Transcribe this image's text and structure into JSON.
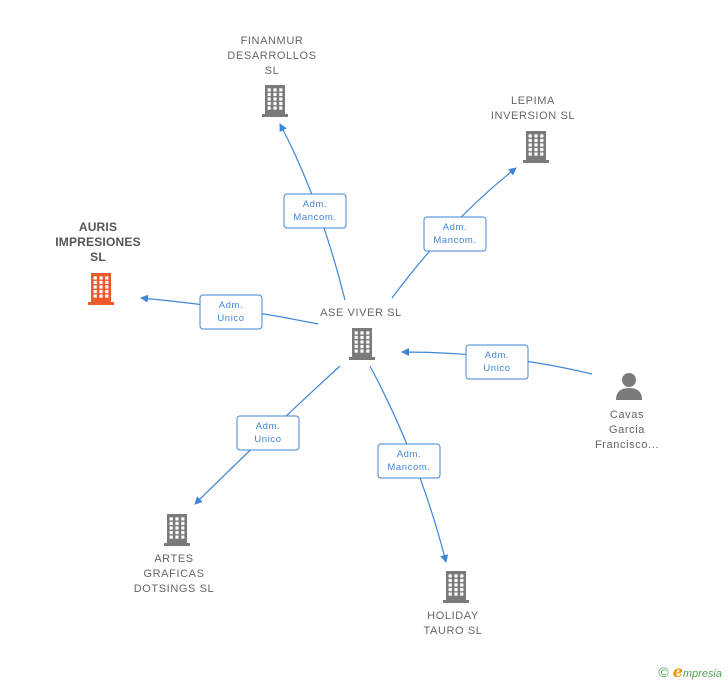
{
  "colors": {
    "edge": "#3f86d6",
    "building": "#7a7a7a",
    "building_focus": "#ee5a2c",
    "person": "#7a7a7a",
    "footer_green": "#52a452",
    "footer_orange": "#f39200"
  },
  "nodes": [
    {
      "id": "ase",
      "type": "building",
      "lines": [
        "ASE VIVER  SL"
      ],
      "focus": false
    },
    {
      "id": "finanmur",
      "type": "building",
      "lines": [
        "FINANMUR",
        "DESARROLLOS",
        "SL"
      ],
      "focus": false
    },
    {
      "id": "lepima",
      "type": "building",
      "lines": [
        "LEPIMA",
        "INVERSION  SL"
      ],
      "focus": false
    },
    {
      "id": "auris",
      "type": "building",
      "lines": [
        "AURIS",
        "IMPRESIONES",
        "SL"
      ],
      "focus": true
    },
    {
      "id": "cavas",
      "type": "person",
      "lines": [
        "Cavas",
        "Garcia",
        "Francisco..."
      ],
      "focus": false
    },
    {
      "id": "artes",
      "type": "building",
      "lines": [
        "ARTES",
        "GRAFICAS",
        "DOTSINGS  SL"
      ],
      "focus": false
    },
    {
      "id": "holiday",
      "type": "building",
      "lines": [
        "HOLIDAY",
        "TAURO  SL"
      ],
      "focus": false
    }
  ],
  "edges": [
    {
      "from": "ase",
      "to": "finanmur",
      "lines": [
        "Adm.",
        "Mancom."
      ]
    },
    {
      "from": "ase",
      "to": "lepima",
      "lines": [
        "Adm.",
        "Mancom."
      ]
    },
    {
      "from": "ase",
      "to": "auris",
      "lines": [
        "Adm.",
        "Unico"
      ]
    },
    {
      "from": "cavas",
      "to": "ase",
      "lines": [
        "Adm.",
        "Unico"
      ]
    },
    {
      "from": "ase",
      "to": "artes",
      "lines": [
        "Adm.",
        "Unico"
      ]
    },
    {
      "from": "ase",
      "to": "holiday",
      "lines": [
        "Adm.",
        "Mancom."
      ]
    }
  ],
  "footer": {
    "copyright": "©",
    "brand_initial": "e",
    "brand_rest": "mpresia"
  }
}
